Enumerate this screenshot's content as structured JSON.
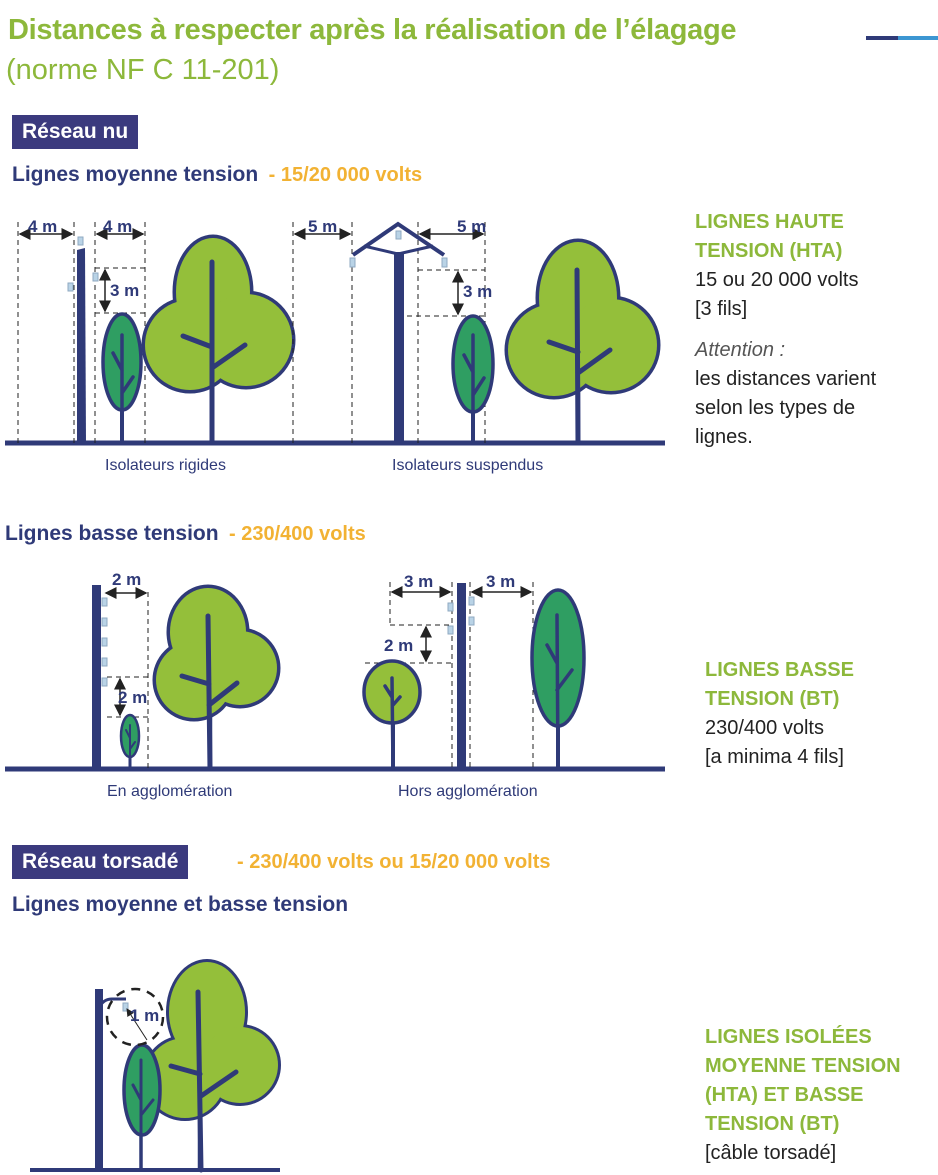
{
  "header": {
    "title": "Distances à respecter après la réalisation de l’élagage",
    "subtitle": "(norme NF C 11-201)"
  },
  "colors": {
    "green": "#8db83b",
    "navy": "#2f3a78",
    "orange": "#f2b233",
    "tree_light": "#94bf3a",
    "tree_dark": "#2f9e62"
  },
  "section1": {
    "badge": "Réseau nu",
    "heading": "Lignes moyenne tension",
    "volts": "- 15/20 000 volts",
    "rigid": {
      "caption": "Isolateurs rigides",
      "dist_left": "4 m",
      "dist_right": "4 m",
      "dist_vertical": "3 m"
    },
    "suspended": {
      "caption": "Isolateurs suspendus",
      "dist_left": "5 m",
      "dist_right": "5 m",
      "dist_vertical": "3 m"
    },
    "info": {
      "title_line1": "LIGNES HAUTE",
      "title_line2": "TENSION (HTA)",
      "volts": "15 ou 20 000 volts",
      "wires": "[3 fils]",
      "attention": "Attention :",
      "note_line1": "les distances varient",
      "note_line2": "selon les types de",
      "note_line3": "lignes."
    }
  },
  "section2": {
    "heading": "Lignes basse tension",
    "volts": "- 230/400 volts",
    "urban": {
      "caption": "En agglomération",
      "dist_horizontal": "2 m",
      "dist_vertical": "2 m"
    },
    "rural": {
      "caption": "Hors agglomération",
      "dist_left": "3 m",
      "dist_right": "3 m",
      "dist_vertical": "2 m"
    },
    "info": {
      "title_line1": "LIGNES BASSE",
      "title_line2": "TENSION (BT)",
      "volts": "230/400 volts",
      "wires": "[a minima 4 fils]"
    }
  },
  "section3": {
    "badge": "Réseau torsadé",
    "volts": "- 230/400 volts ou 15/20 000 volts",
    "heading": "Lignes moyenne et basse tension",
    "dist_radius": "1 m",
    "info": {
      "title_line1": "LIGNES ISOLÉES",
      "title_line2": "MOYENNE TENSION",
      "title_line3": "(HTA) ET BASSE",
      "title_line4": "TENSION (BT)",
      "cable": "[câble torsadé]"
    }
  }
}
